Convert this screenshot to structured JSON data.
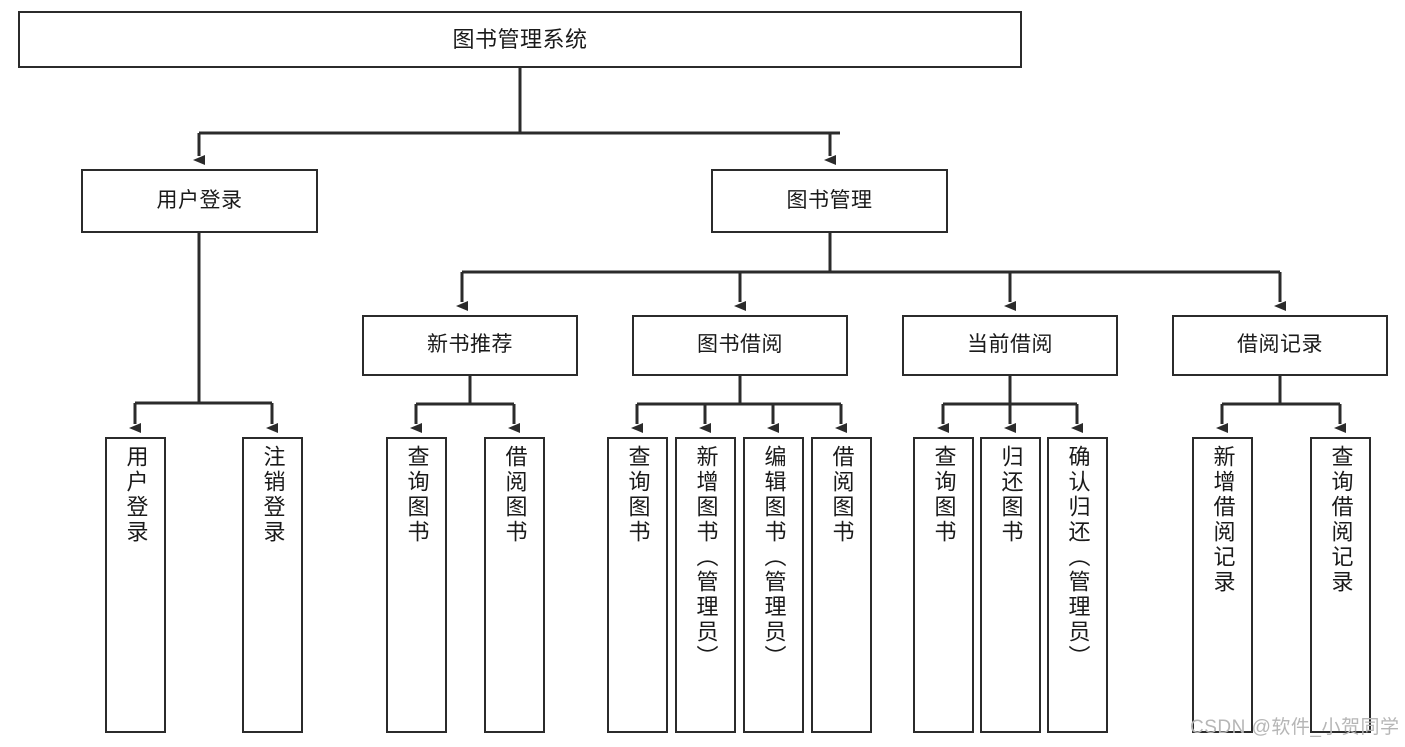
{
  "diagram": {
    "title": "图书管理系统",
    "type": "tree",
    "watermark": "CSDN @软件_小贺同学",
    "colors": {
      "stroke": "#2b2b2b",
      "fill": "#ffffff",
      "text": "#1a1a1a",
      "watermark": "#b6b6b6"
    },
    "levels": {
      "root": [
        "图书管理系统"
      ],
      "level2": [
        "用户登录",
        "图书管理"
      ],
      "level3": [
        "新书推荐",
        "图书借阅",
        "当前借阅",
        "借阅记录"
      ],
      "leaves": [
        "用户登录",
        "注销登录",
        "查询图书",
        "借阅图书",
        "查询图书",
        "新增图书（管理员）",
        "编辑图书（管理员）",
        "借阅图书",
        "查询图书",
        "归还图书",
        "确认归还（管理员）",
        "新增借阅记录",
        "查询借阅记录"
      ]
    },
    "nodes": {
      "root": {
        "label": "图书管理系统"
      },
      "user_login": {
        "label": "用户登录"
      },
      "book_mgmt": {
        "label": "图书管理"
      },
      "new_book_rec": {
        "label": "新书推荐"
      },
      "book_borrow": {
        "label": "图书借阅"
      },
      "current_borrow": {
        "label": "当前借阅"
      },
      "borrow_record": {
        "label": "借阅记录"
      },
      "leaf_user_login": {
        "label": "用户登录"
      },
      "leaf_logout": {
        "label": "注销登录"
      },
      "leaf_query_book_a": {
        "label": "查询图书"
      },
      "leaf_borrow_book_a": {
        "label": "借阅图书"
      },
      "leaf_query_book_b": {
        "label": "查询图书"
      },
      "leaf_add_book": {
        "label": "新增图书（管理员）"
      },
      "leaf_edit_book": {
        "label": "编辑图书（管理员）"
      },
      "leaf_borrow_book_b": {
        "label": "借阅图书"
      },
      "leaf_query_book_c": {
        "label": "查询图书"
      },
      "leaf_return_book": {
        "label": "归还图书"
      },
      "leaf_confirm_return": {
        "label": "确认归还（管理员）"
      },
      "leaf_add_record": {
        "label": "新增借阅记录"
      },
      "leaf_query_record": {
        "label": "查询借阅记录"
      }
    }
  }
}
